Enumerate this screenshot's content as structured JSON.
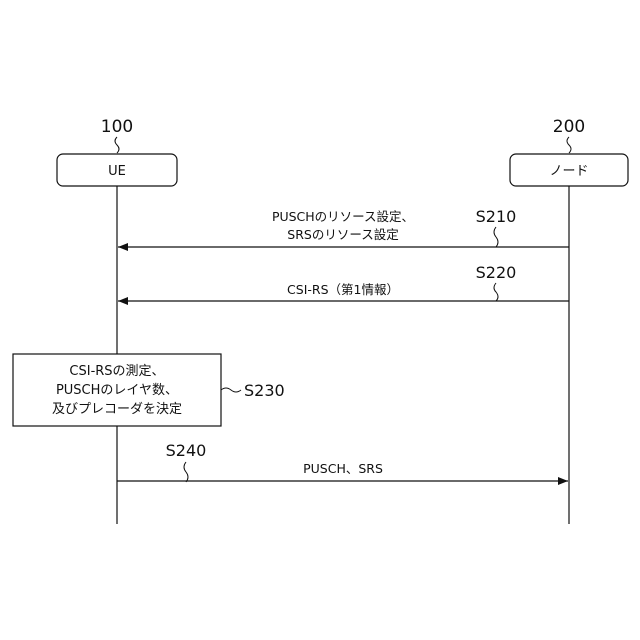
{
  "entities": {
    "ue": {
      "ref": "100",
      "label": "UE"
    },
    "node": {
      "ref": "200",
      "label": "ノード"
    }
  },
  "messages": {
    "s210": {
      "step": "S210",
      "line1": "PUSCHのリソース設定、",
      "line2": "SRSのリソース設定"
    },
    "s220": {
      "step": "S220",
      "line1": "CSI-RS（第1情報）"
    },
    "s240": {
      "step": "S240",
      "line1": "PUSCH、SRS"
    }
  },
  "process": {
    "s230": {
      "step": "S230",
      "line1": "CSI-RSの測定、",
      "line2": "PUSCHのレイヤ数、",
      "line3": "及びプレコーダを決定"
    }
  }
}
